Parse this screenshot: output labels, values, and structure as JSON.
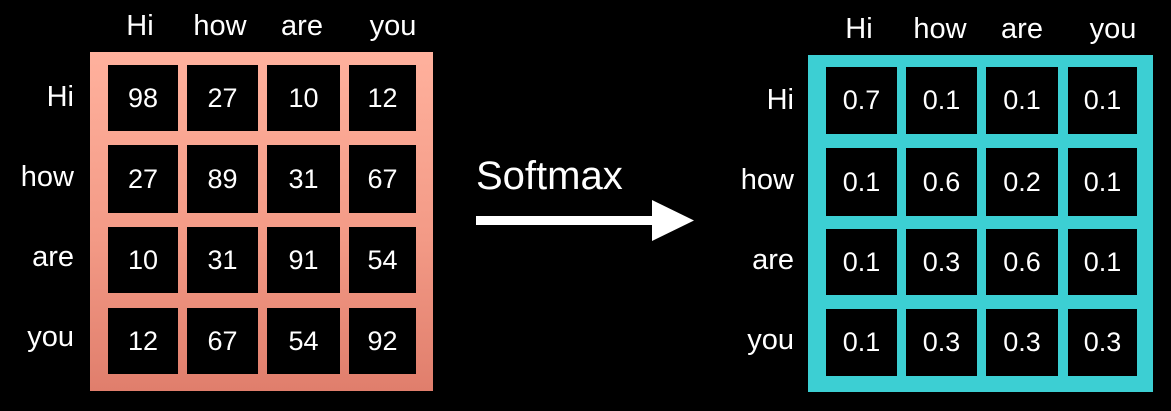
{
  "tokens": [
    "Hi",
    "how",
    "are",
    "you"
  ],
  "operation_label": "Softmax",
  "colors": {
    "background": "#000000",
    "scores_grid": "#ffb19d",
    "softmax_grid": "#3ccfd3",
    "text": "#ffffff"
  },
  "icons": [
    "arrow-right-icon"
  ],
  "left_matrix": {
    "rows": [
      [
        "98",
        "27",
        "10",
        "12"
      ],
      [
        "27",
        "89",
        "31",
        "67"
      ],
      [
        "10",
        "31",
        "91",
        "54"
      ],
      [
        "12",
        "67",
        "54",
        "92"
      ]
    ]
  },
  "right_matrix": {
    "rows": [
      [
        "0.7",
        "0.1",
        "0.1",
        "0.1"
      ],
      [
        "0.1",
        "0.6",
        "0.2",
        "0.1"
      ],
      [
        "0.1",
        "0.3",
        "0.6",
        "0.1"
      ],
      [
        "0.1",
        "0.3",
        "0.3",
        "0.3"
      ]
    ]
  }
}
